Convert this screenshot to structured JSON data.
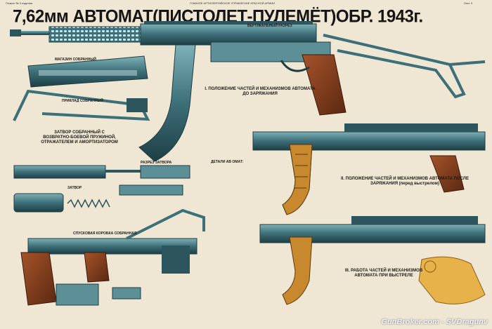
{
  "header": {
    "left_note": "Плакат № 3 изделия",
    "center_note": "ГЛАВНОЕ АРТИЛЛЕРИЙСКОЕ УПРАВЛЕНИЕ КРАСНОЙ АРМИИ",
    "right_note": "Лист 3",
    "title": "7,62мм АВТОМАТ(ПИСТОЛЕТ-ПУЛЕМЁТ)ОБР. 1943г."
  },
  "labels": {
    "vertical_section": "ВЕРТИКАЛЬНЫЙ РАЗРЕЗ",
    "magazine": "МАГАЗИН СОБРАННЫЙ",
    "stock": "ПРИКЛАД СОБРАННЫЙ",
    "bolt_assembled": "ЗАТВОР СОБРАННЫЙ С ВОЗВРАТНО-БОЕВОЙ ПРУЖИНОЙ, ОТРАЖАТЕЛЕМ И АМОРТИЗАТОРОМ",
    "bolt_section": "РАЗРЕЗ ЗАТВОРА",
    "bolt": "ЗАТВОР",
    "receiver": "СПУСКОВАЯ КОРОБКА СОБРАННАЯ",
    "parts_title": "ДЕТАЛИ АВ ОМАТ:",
    "section1_title": "I. ПОЛОЖЕНИЕ ЧАСТЕЙ И МЕХАНИЗМОВ АВТОМАТА ДО ЗАРЯЖАНИЯ",
    "section2_title": "II. ПОЛОЖЕНИЕ ЧАСТЕЙ И МЕХАНИЗМОВ АВТОМАТА ПОСЛЕ ЗАРЯЖАНИЯ (перед выстрелом)",
    "section3_title": "III. РАБОТА ЧАСТЕЙ И МЕХАНИЗМОВ АВТОМАТА ПРИ ВЫСТРЕЛЕ"
  },
  "watermark": "GunBroker.com - SVDragunv",
  "colors": {
    "steel": "#3d6f78",
    "steel_light": "#6fa1a8",
    "steel_dark": "#1e3e45",
    "wood": "#7a3a1c",
    "brass": "#c8882e",
    "paper": "#efe7d3",
    "skin": "#e7b24a"
  }
}
